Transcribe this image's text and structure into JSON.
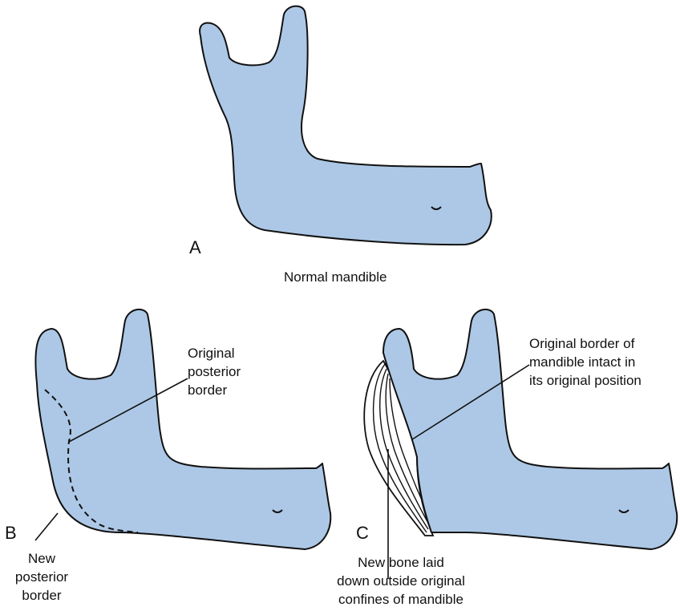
{
  "colors": {
    "bone_fill": "#adc8e6",
    "outline": "#111111",
    "new_bone_fill": "#ffffff"
  },
  "panel_a": {
    "letter": "A",
    "caption": "Normal mandible"
  },
  "panel_b": {
    "letter": "B",
    "label_original": [
      "Original",
      "posterior",
      "border"
    ],
    "label_new": [
      "New",
      "posterior",
      "border"
    ]
  },
  "panel_c": {
    "letter": "C",
    "label_original": [
      "Original border of",
      "mandible intact in",
      "its original position"
    ],
    "label_new_bone": [
      "New bone laid",
      "down outside original",
      "confines of mandible"
    ]
  }
}
